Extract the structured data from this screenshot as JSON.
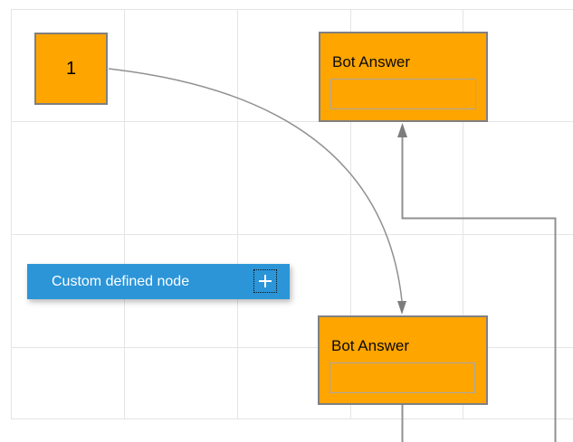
{
  "canvas": {
    "description": "diagram editor grid canvas"
  },
  "nodes": {
    "numbered": {
      "label": "1"
    },
    "bot_answer_top": {
      "title": "Bot Answer",
      "input_value": "",
      "input_placeholder": ""
    },
    "bot_answer_bottom": {
      "title": "Bot Answer",
      "input_value": "",
      "input_placeholder": ""
    },
    "custom": {
      "label": "Custom defined node",
      "icon": "plus-icon"
    }
  },
  "colors": {
    "node_orange": "#FFA500",
    "node_border_gray": "#808080",
    "inner_box_border": "#A6A6A6",
    "custom_node_blue": "#2B95D8",
    "connector_gray": "#909090",
    "arrowhead_gray": "#7D7D7D",
    "grid_line": "#E5E5E6",
    "text_black": "#0A0A0A",
    "text_white": "#FFFFFF"
  }
}
